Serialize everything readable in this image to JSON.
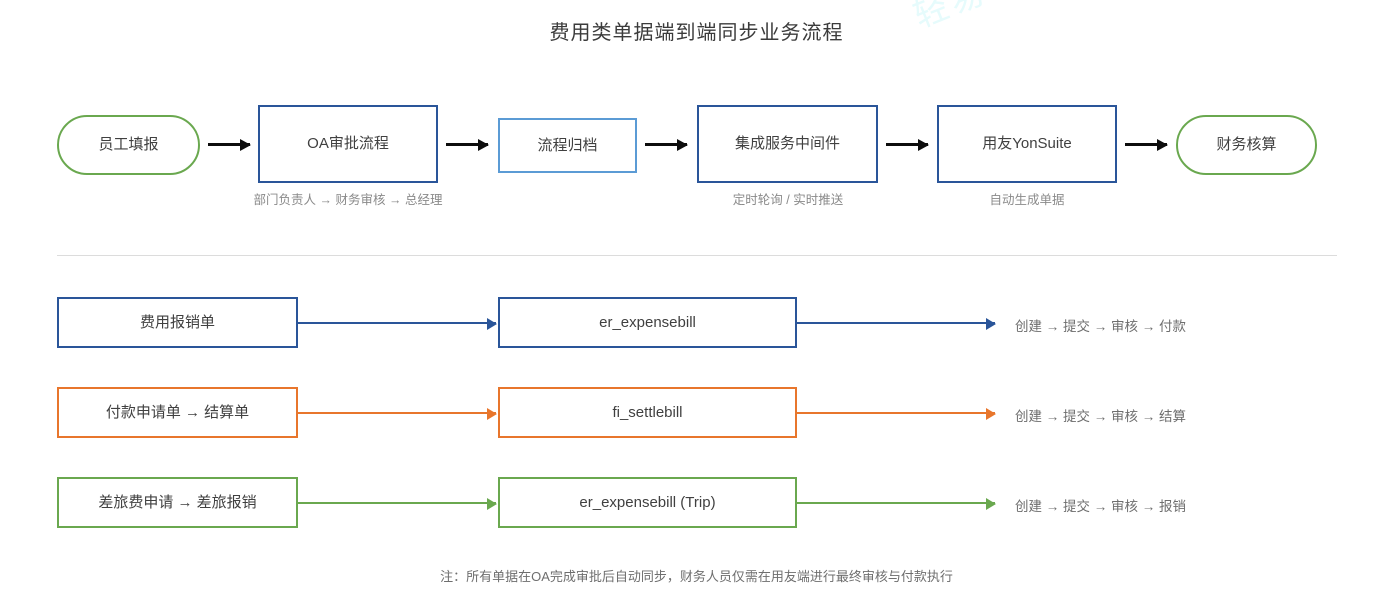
{
  "title": "费用类单据端到端同步业务流程",
  "watermark": "轻易云",
  "colors": {
    "green": "#6aa84f",
    "blue": "#2a5599",
    "light_blue": "#5b9bd5",
    "orange": "#e8762c",
    "arrow_black": "#0d0d0d",
    "caption_gray": "#8a8a8a",
    "divider_gray": "#dcdcdc",
    "watermark": "#e6fbfc"
  },
  "top_flow": {
    "nodes": [
      {
        "label": "员工填报",
        "shape": "rounded",
        "color": "green",
        "caption": ""
      },
      {
        "label": "OA审批流程",
        "shape": "rect",
        "color": "blue",
        "caption": "部门负责人 → 财务审核 → 总经理"
      },
      {
        "label": "流程归档",
        "shape": "rect",
        "color": "light_blue",
        "caption": ""
      },
      {
        "label": "集成服务中间件",
        "shape": "rect",
        "color": "blue",
        "caption": "定时轮询 / 实时推送"
      },
      {
        "label": "用友YonSuite",
        "shape": "rect",
        "color": "blue",
        "caption": "自动生成单据"
      },
      {
        "label": "财务核算",
        "shape": "rounded",
        "color": "green",
        "caption": ""
      }
    ],
    "arrow_icon": "arrow-right-icon"
  },
  "mapping_rows": [
    {
      "source": "费用报销单",
      "target": "er_expensebill",
      "outcome": "创建 → 提交 → 审核 → 付款",
      "color": "blue"
    },
    {
      "source": "付款申请单 → 结算单",
      "target": "fi_settlebill",
      "outcome": "创建 → 提交 → 审核 → 结算",
      "color": "orange"
    },
    {
      "source": "差旅费申请 → 差旅报销",
      "target": "er_expensebill (Trip)",
      "outcome": "创建 → 提交 → 审核 → 报销",
      "color": "green"
    }
  ],
  "footnote": "注：所有单据在OA完成审批后自动同步，财务人员仅需在用友端进行最终审核与付款执行"
}
